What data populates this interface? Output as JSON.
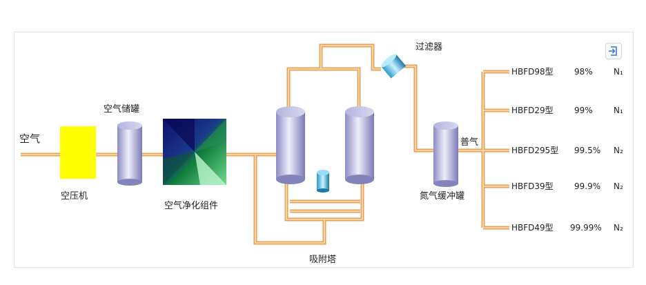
{
  "labels": {
    "air": "空气",
    "compressor": "空压机",
    "air_tank": "空气储罐",
    "purifier": "空气净化组件",
    "adsorber": "吸附塔",
    "filter": "过滤器",
    "buffer_tank": "氮气缓冲罐",
    "general": "普气"
  },
  "products": [
    {
      "model": "HBFD98型",
      "purity": "98%",
      "gas": "N₁"
    },
    {
      "model": "HBFD29型",
      "purity": "99%",
      "gas": "N₁"
    },
    {
      "model": "HBFD295型",
      "purity": "99.5%",
      "gas": "N₂"
    },
    {
      "model": "HBFD39型",
      "purity": "99.9%",
      "gas": "N₂"
    },
    {
      "model": "HBFD49型",
      "purity": "99.99%",
      "gas": "N₂"
    }
  ],
  "colors": {
    "pipe": "#e6a25a",
    "pipe_core": "#fbe2b6",
    "compressor": "#ffff00",
    "tank": "#a8a8d8"
  },
  "icons": {
    "export": "exit-arrow-icon"
  }
}
